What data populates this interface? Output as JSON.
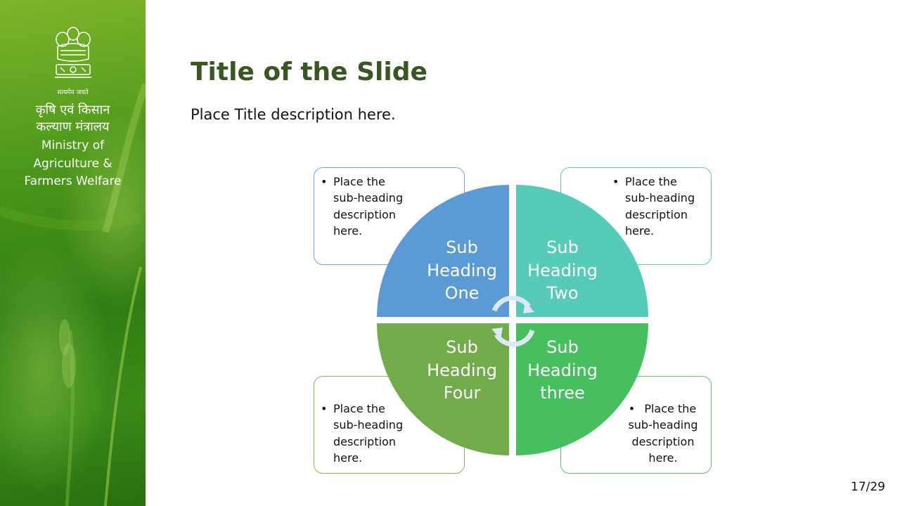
{
  "sidebar": {
    "motto": "सत्यमेव जयते",
    "hindi_line1": "कृषि एवं किसान",
    "hindi_line2": "कल्याण मंत्रालय",
    "ministry_line1": "Ministry of",
    "ministry_line2": "Agriculture &",
    "ministry_line3": "Farmers Welfare"
  },
  "slide": {
    "title": "Title of the Slide",
    "subtitle": "Place Title description here.",
    "page": "17/29"
  },
  "quadrants": [
    {
      "line1": "Sub",
      "line2": "Heading",
      "line3": "One",
      "color": "#5b9bd5",
      "desc": [
        "Place the",
        "sub-heading",
        "description",
        "here."
      ]
    },
    {
      "line1": "Sub",
      "line2": "Heading",
      "line3": "Two",
      "color": "#56cbb8",
      "desc": [
        "Place the",
        "sub-heading",
        "description",
        "here."
      ]
    },
    {
      "line1": "Sub",
      "line2": "Heading",
      "line3": "three",
      "color": "#47bf5e",
      "desc": [
        "Place the",
        "sub-heading",
        "description",
        "here."
      ]
    },
    {
      "line1": "Sub",
      "line2": "Heading",
      "line3": "Four",
      "color": "#72ac4a",
      "desc": [
        "Place the",
        "sub-heading",
        "description",
        "here."
      ]
    }
  ],
  "icons": {
    "emblem": "national-emblem-icon",
    "cycle": "circular-arrows-icon"
  }
}
